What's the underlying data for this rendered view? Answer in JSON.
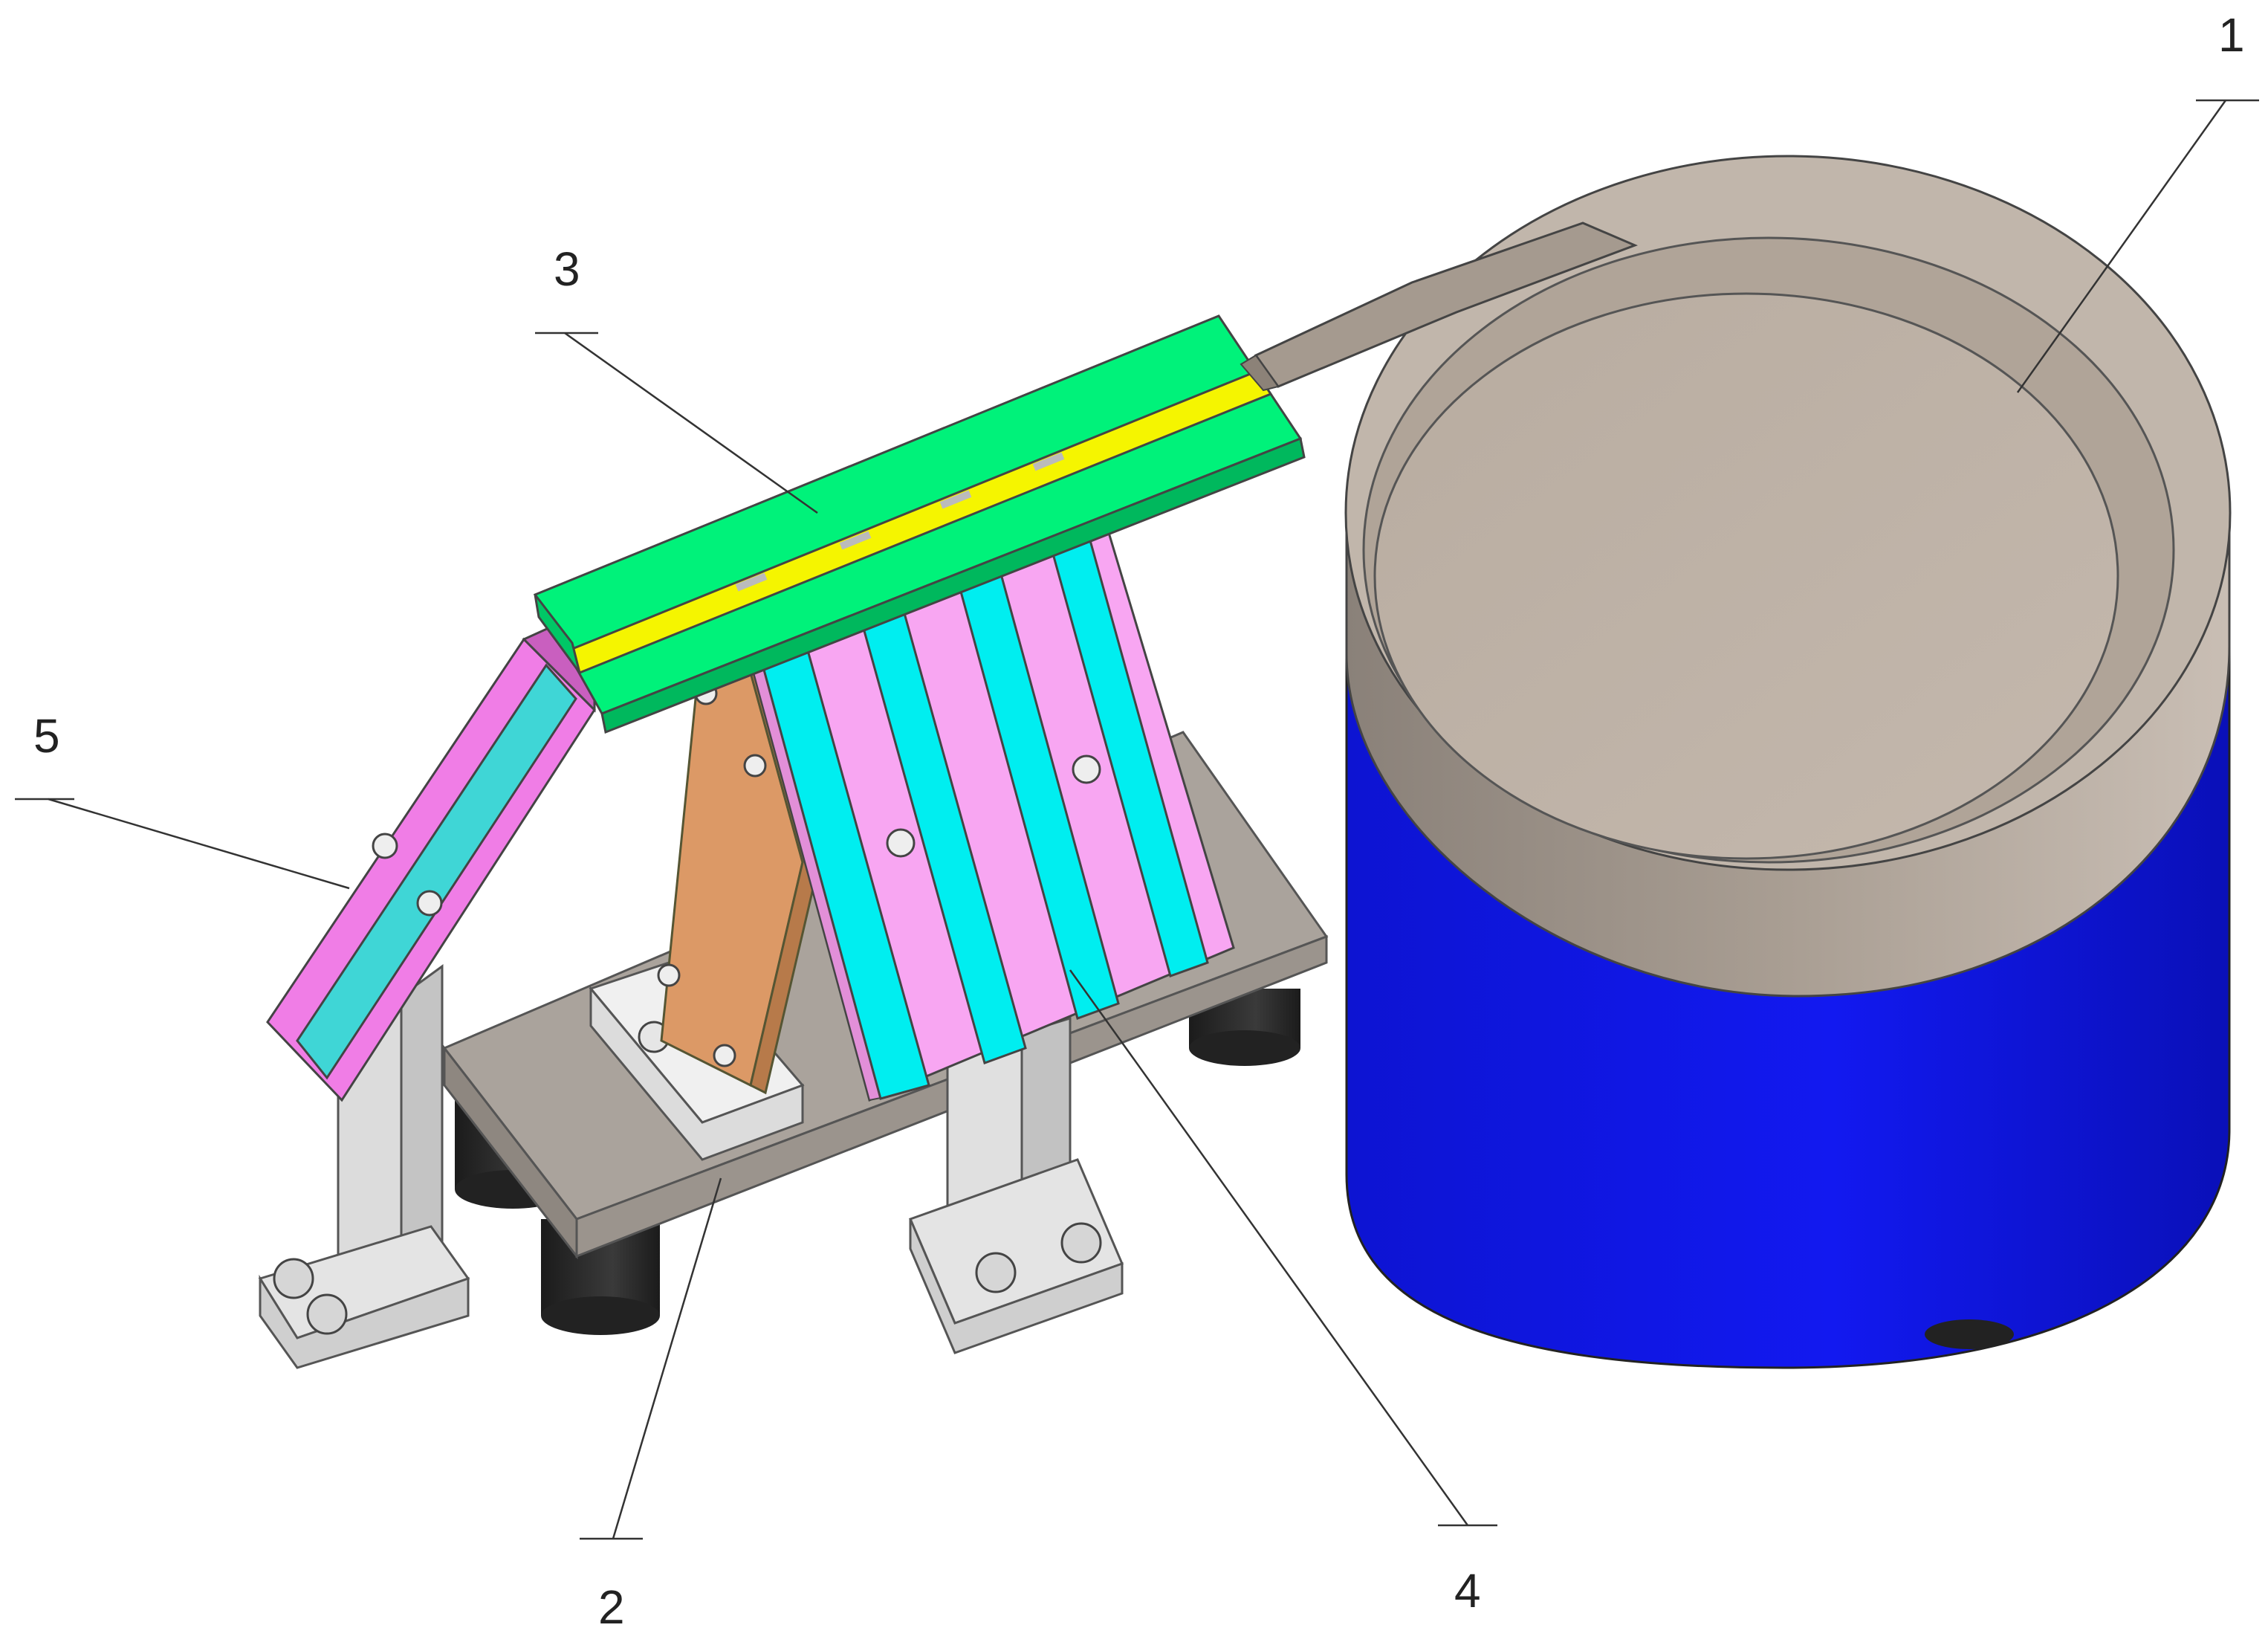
{
  "figure": {
    "callouts": [
      {
        "id": "1",
        "text": "1"
      },
      {
        "id": "2",
        "text": "2"
      },
      {
        "id": "3",
        "text": "3"
      },
      {
        "id": "4",
        "text": "4"
      },
      {
        "id": "5",
        "text": "5"
      }
    ]
  },
  "colors": {
    "bowl_rim": "#b7aba0",
    "bowl_base": "#0f16e8",
    "feed_rail_top": "#00f27a",
    "feed_rail_slot": "#f5f500",
    "bracket_plate": "#f8a6f2",
    "bracket_groove": "#00eef0",
    "chute_frame": "#f07de6",
    "chute_channel": "#3fd6d6",
    "back_plate": "#dc9966",
    "base_plate": "#aaa39c",
    "support_column": "#e6e6e6",
    "feet": "#2a2a2a",
    "leader_line": "#333333"
  }
}
